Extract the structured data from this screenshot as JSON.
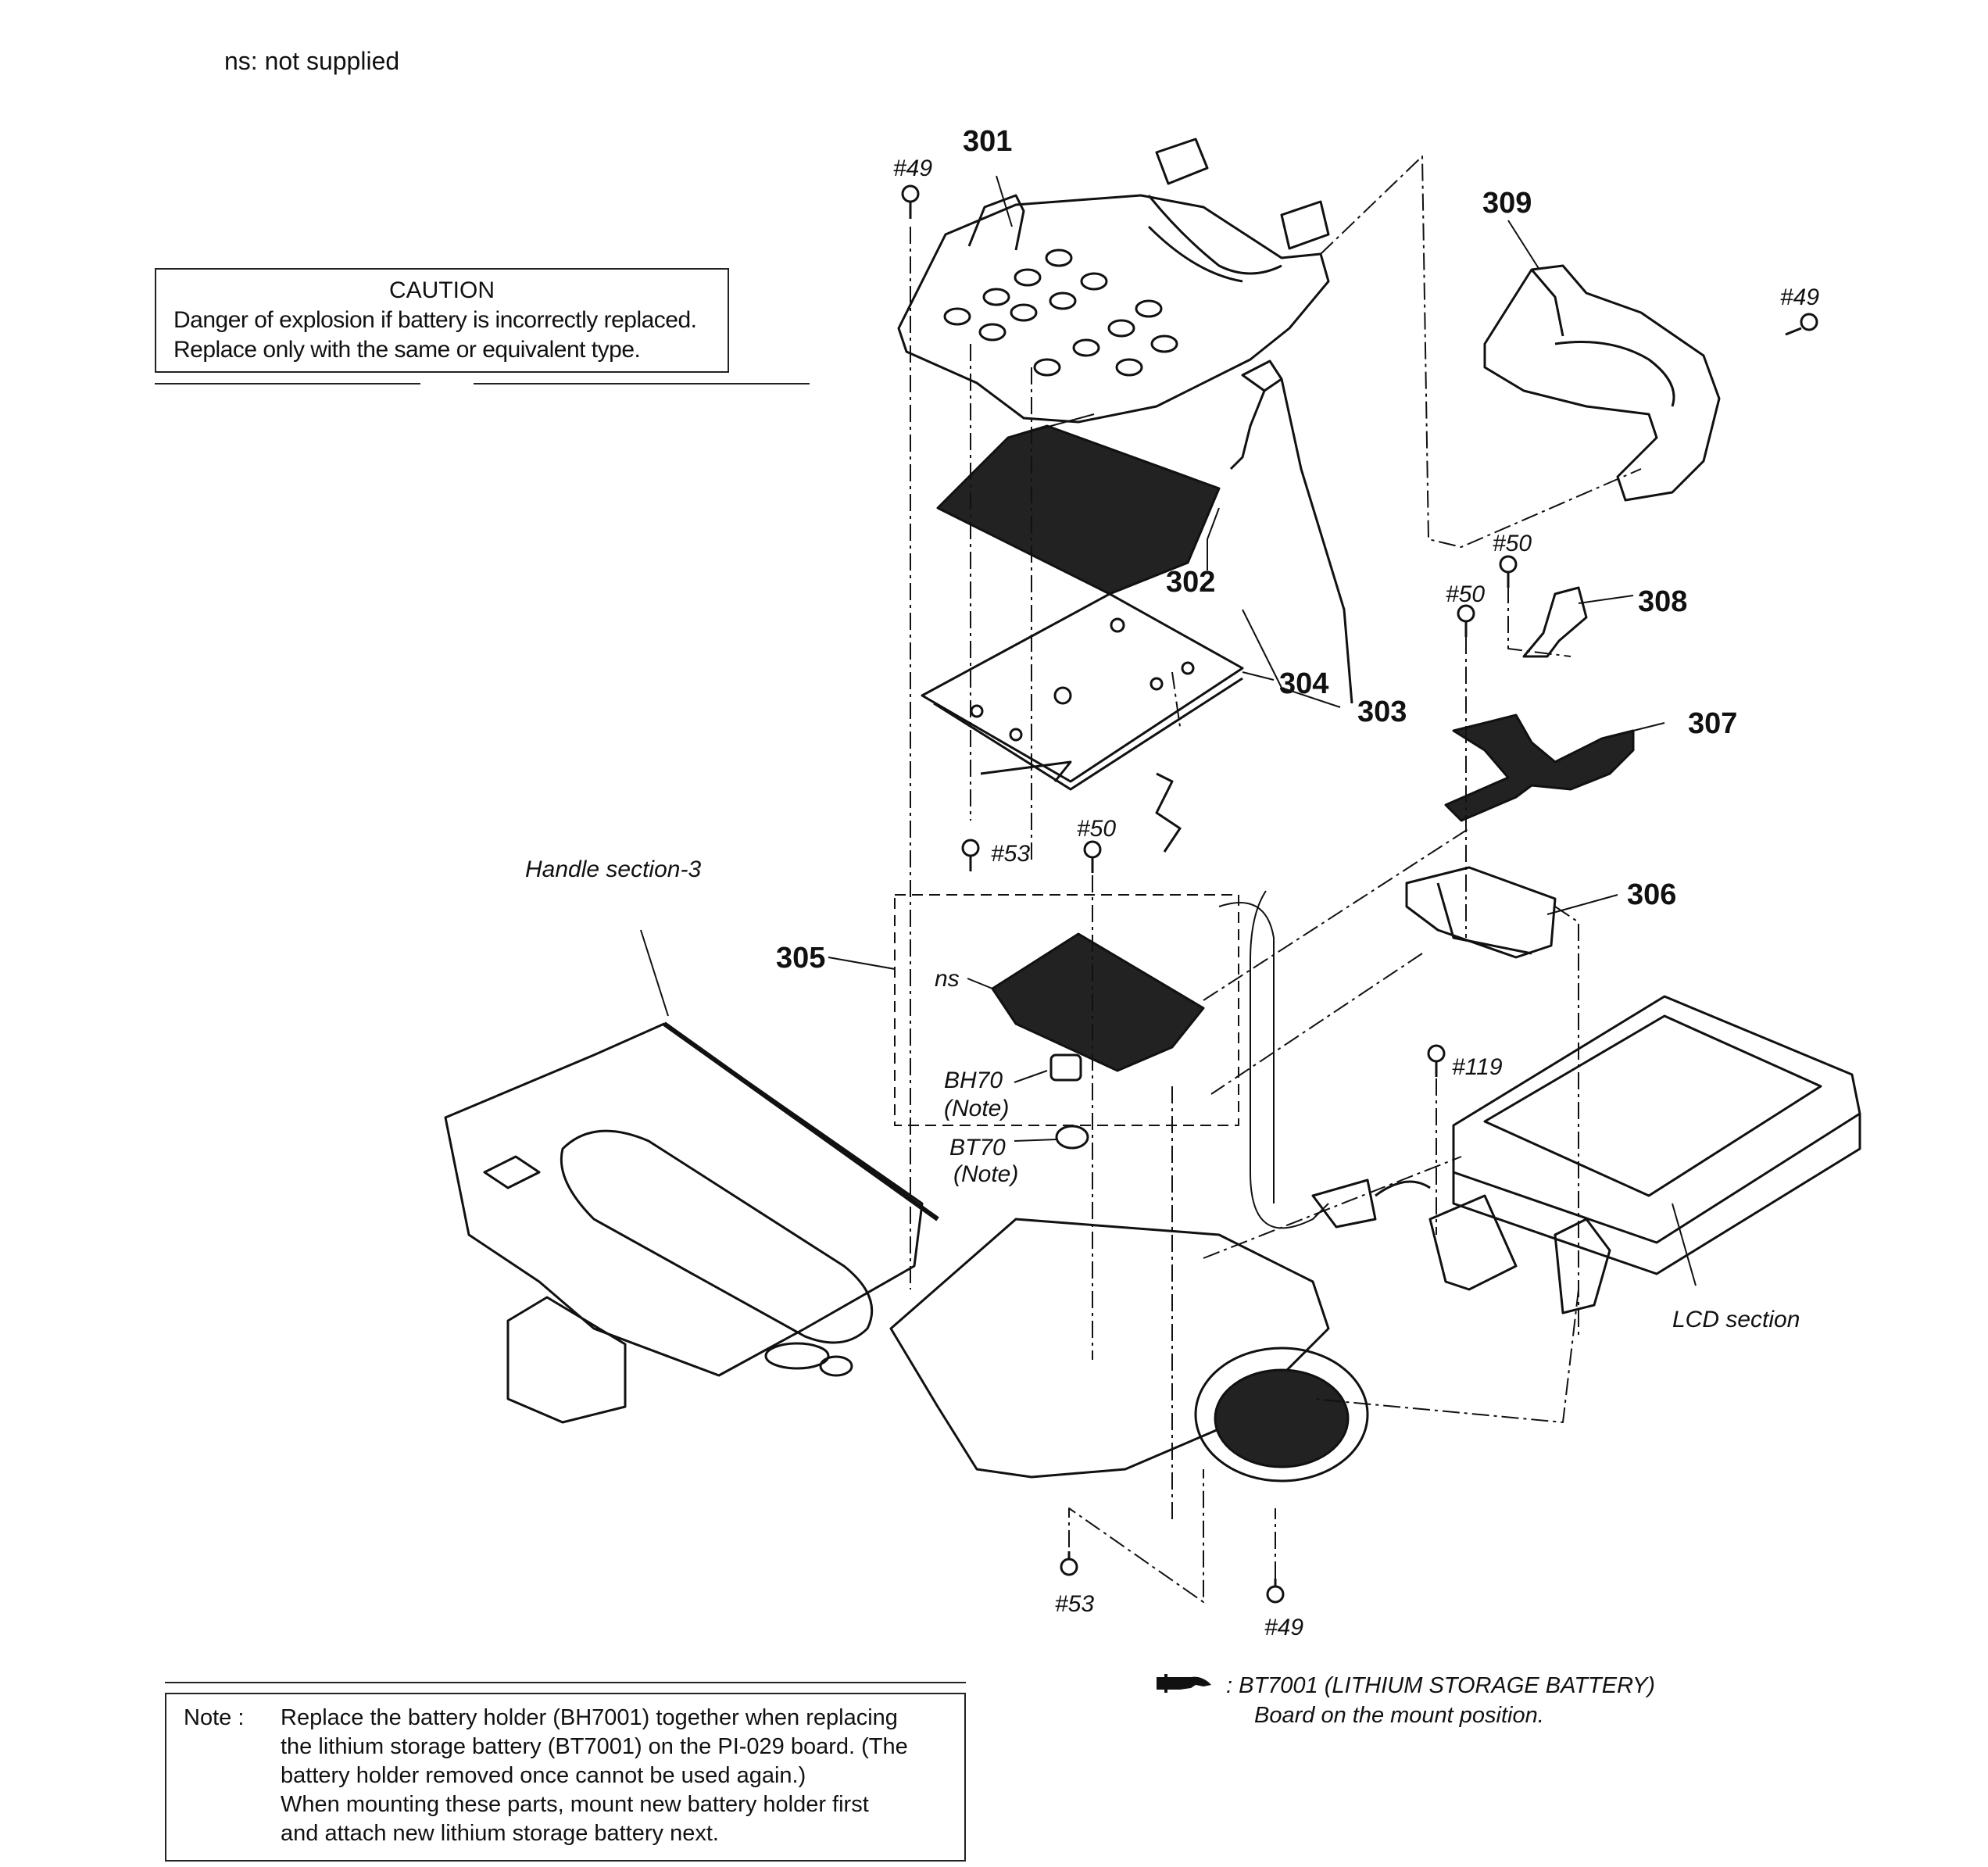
{
  "header": {
    "ns_note": "ns: not supplied"
  },
  "caution": {
    "title": "CAUTION",
    "line1": "Danger of explosion if battery is incorrectly replaced.",
    "line2": "Replace only with the same or equivalent type."
  },
  "labels": {
    "p301": "301",
    "p302": "302",
    "p303": "303",
    "p304": "304",
    "p305": "305",
    "p306": "306",
    "p307": "307",
    "p308": "308",
    "p309": "309",
    "s49a": "#49",
    "s49b": "#49",
    "s49c": "#49",
    "s50a": "#50",
    "s50b": "#50",
    "s50c": "#50",
    "s53a": "#53",
    "s53b": "#53",
    "s119": "#119",
    "ns": "ns",
    "bh70": "BH70",
    "bh70_note": "(Note)",
    "bt70": "BT70",
    "bt70_note": "(Note)",
    "handle": "Handle section-3",
    "lcd": "LCD section"
  },
  "note": {
    "label": "Note :",
    "line1": "Replace the battery holder (BH7001) together when replacing",
    "line2": "the lithium storage battery (BT7001) on the PI-029 board. (The",
    "line3": "battery holder removed once cannot be used again.)",
    "line4": "When mounting these parts, mount new battery holder first",
    "line5": "and attach new lithium storage battery next."
  },
  "legend": {
    "line1": ": BT7001 (LITHIUM STORAGE BATTERY)",
    "line2": "Board on the mount position."
  }
}
